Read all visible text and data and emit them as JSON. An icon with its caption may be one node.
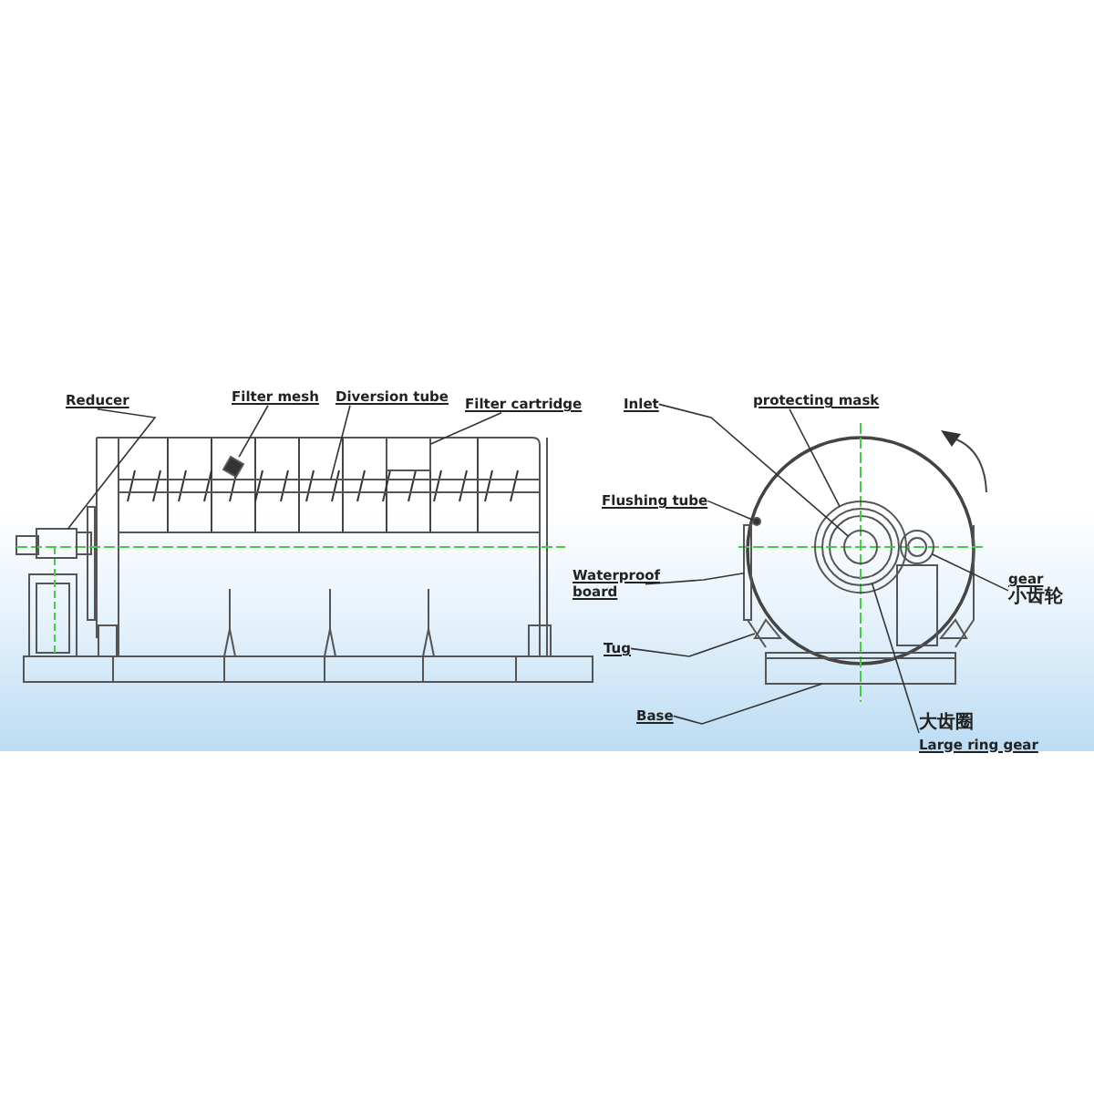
{
  "diagram": {
    "nodes": [
      {
        "text": [
          "Reducer"
        ]
      },
      {
        "text": [
          "Filter mesh"
        ]
      },
      {
        "text": [
          "Diversion tube"
        ]
      },
      {
        "text": [
          "Filter cartridge"
        ]
      },
      {
        "text": [
          "Inlet"
        ]
      },
      {
        "text": [
          "protecting mask"
        ]
      },
      {
        "text": [
          "Flushing tube"
        ]
      },
      {
        "text": [
          "Waterproof board"
        ]
      },
      {
        "text": [
          "Tug"
        ]
      },
      {
        "text": [
          "Base"
        ]
      },
      {
        "text": [
          "gear",
          "小齿轮"
        ]
      },
      {
        "text": [
          "大齿圈",
          "Large ring gear"
        ]
      },
      {
        "text": [],
        "shape": "box"
      },
      {
        "text": [],
        "shape": "box"
      },
      {
        "text": [],
        "shape": "bar"
      },
      {
        "text": [],
        "shape": "box"
      },
      {
        "text": [],
        "shape": "circle",
        "in": 23
      },
      {
        "text": [],
        "shape": "circle"
      },
      {
        "text": [],
        "shape": "circle"
      },
      {
        "text": [],
        "shape": "bar"
      },
      {
        "text": [],
        "shape": "triangle"
      },
      {
        "text": [],
        "shape": "box"
      },
      {
        "text": [],
        "shape": "circle"
      },
      {
        "text": [],
        "shape": "circle",
        "in": 17
      }
    ],
    "edges": [
      {
        "from": 0,
        "to": 12,
        "arrow": "none"
      },
      {
        "from": 1,
        "to": 13,
        "arrow": "none"
      },
      {
        "from": 2,
        "to": 14,
        "arrow": "none"
      },
      {
        "from": 3,
        "to": 15,
        "arrow": "none"
      },
      {
        "from": 4,
        "to": 16,
        "arrow": "none"
      },
      {
        "from": 5,
        "to": 17,
        "arrow": "none"
      },
      {
        "from": 6,
        "to": 18,
        "arrow": "none"
      },
      {
        "from": 7,
        "to": 19,
        "arrow": "none"
      },
      {
        "from": 8,
        "to": 20,
        "arrow": "none"
      },
      {
        "from": 9,
        "to": 21,
        "arrow": "none"
      },
      {
        "from": 10,
        "to": 22,
        "arrow": "none"
      },
      {
        "from": 11,
        "to": 23,
        "arrow": "none"
      }
    ]
  }
}
